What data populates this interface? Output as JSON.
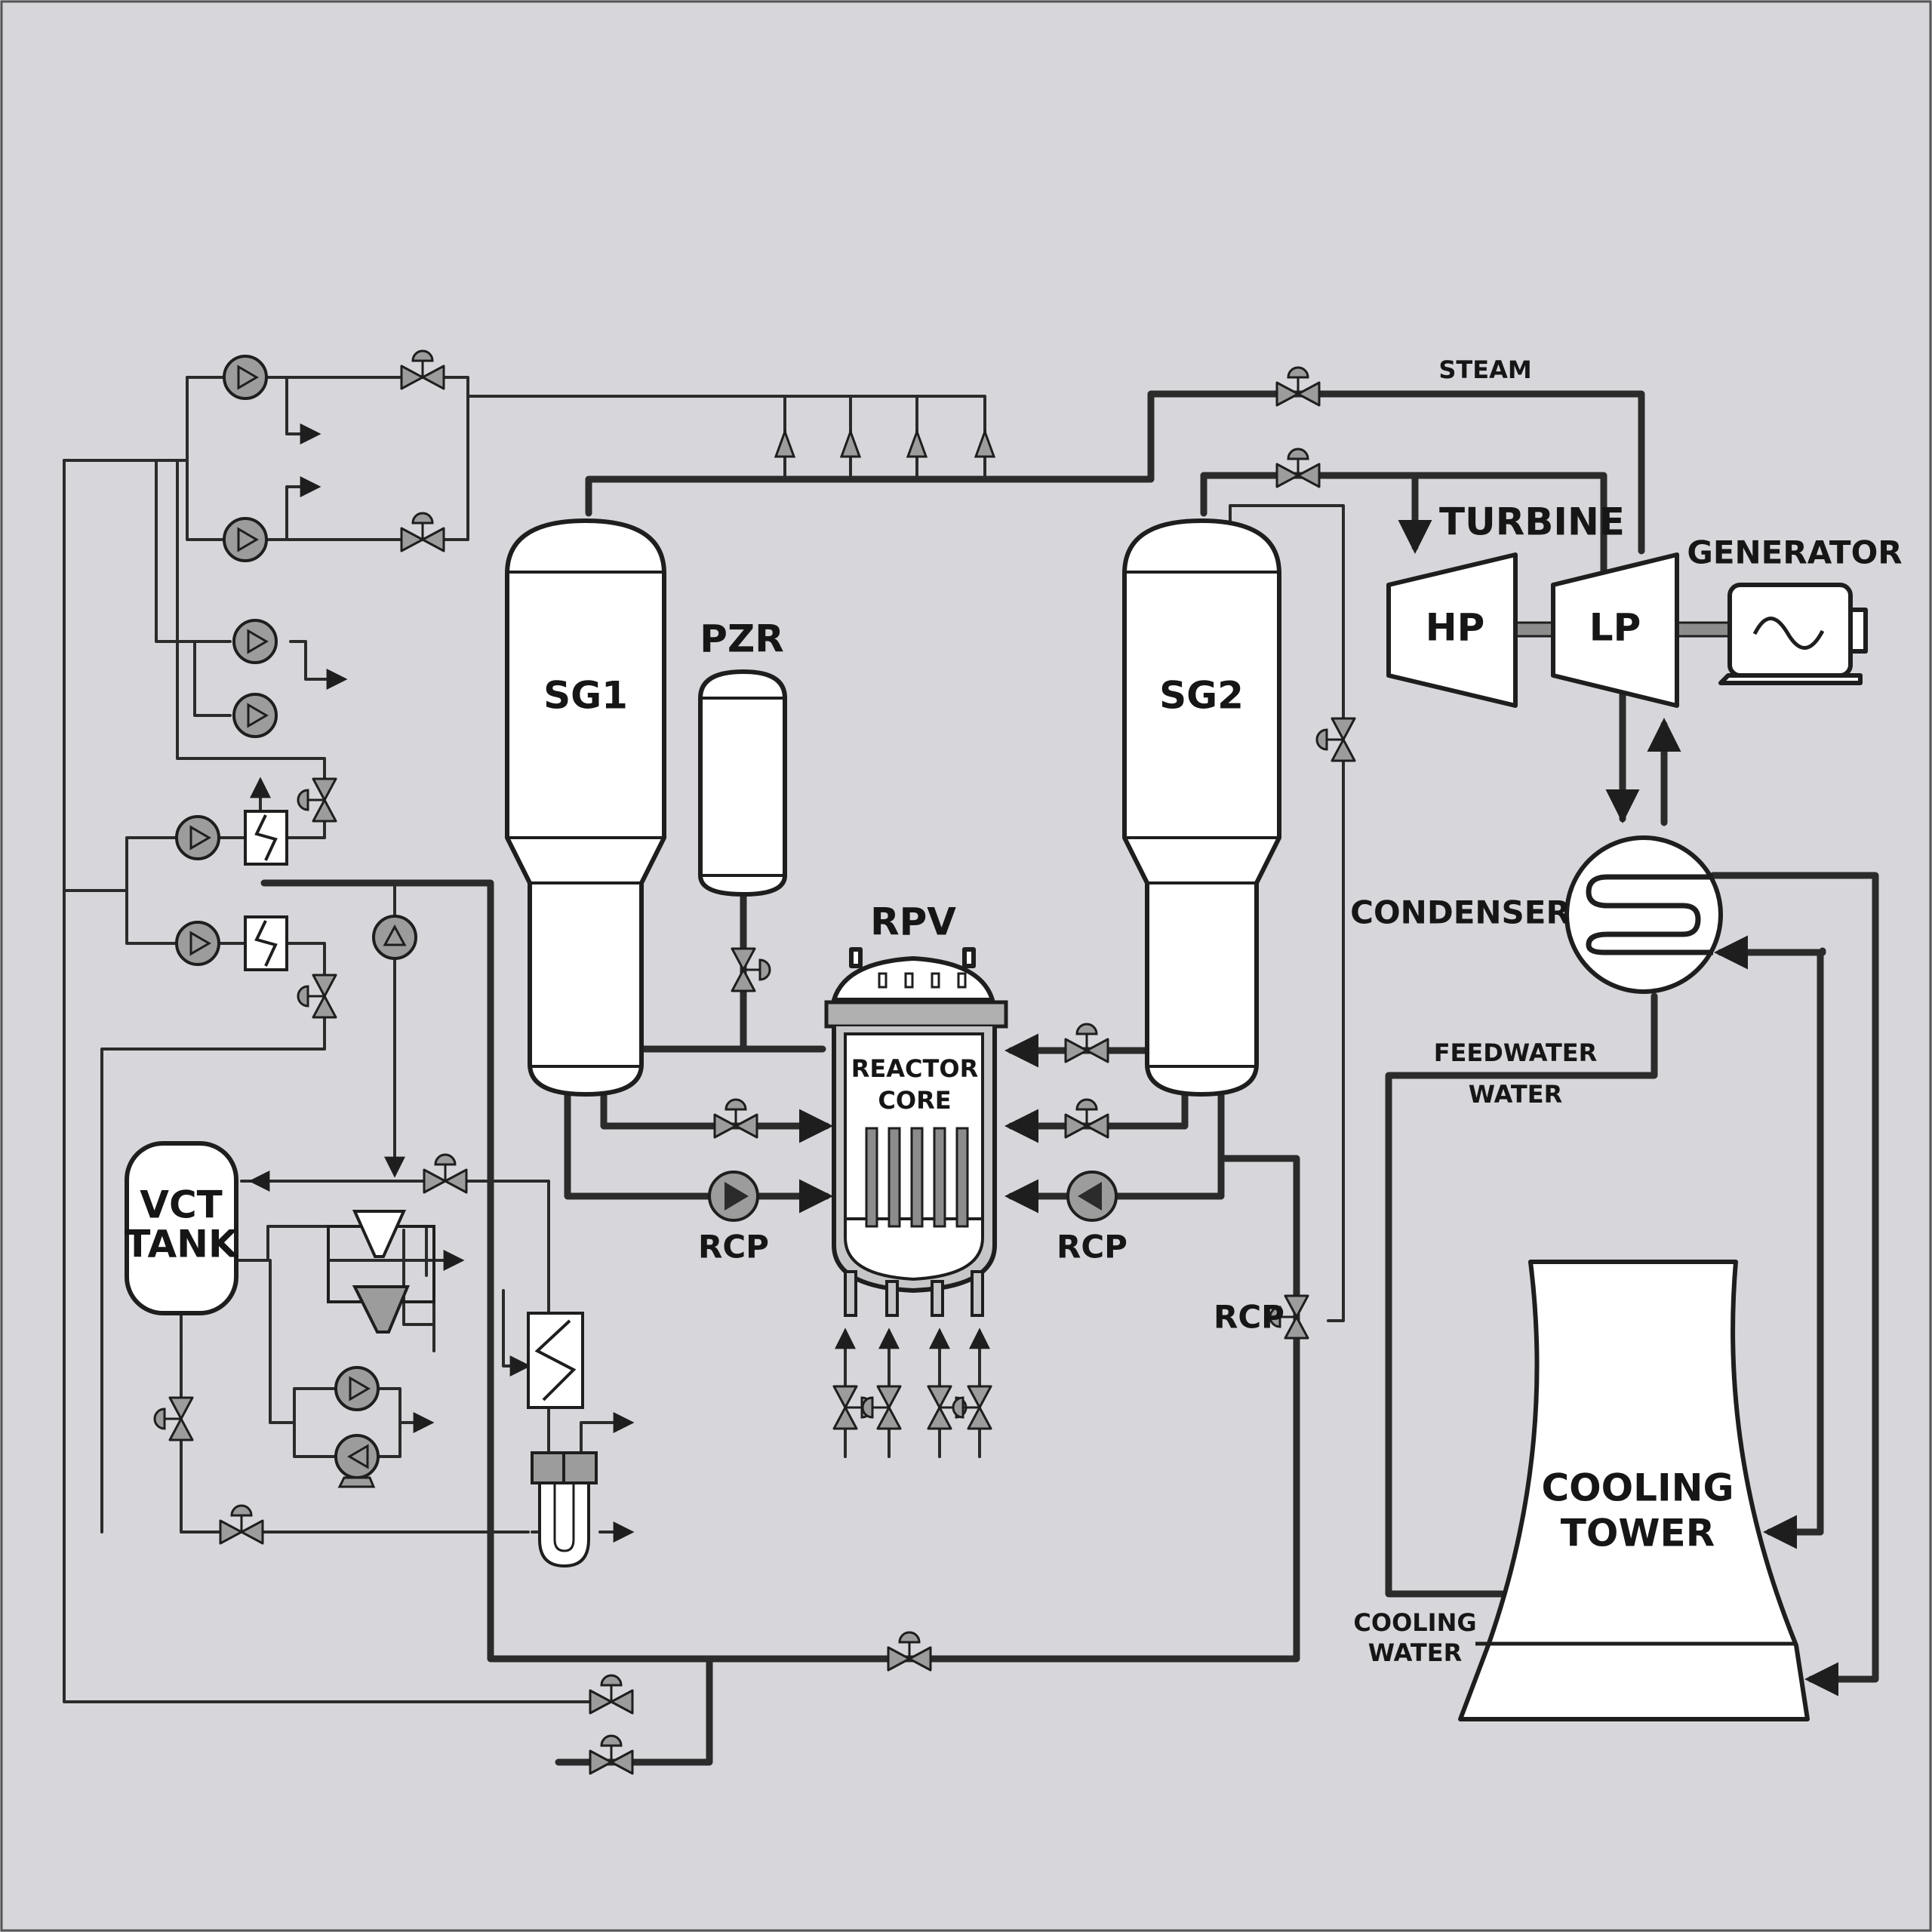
{
  "labels": {
    "sg1": "SG1",
    "sg2": "SG2",
    "pzr": "PZR",
    "rpv": "RPV",
    "reactor_core_line1": "REACTOR",
    "reactor_core_line2": "CORE",
    "rcp_left": "RCP",
    "rcp_right": "RCP",
    "rcp_valve": "RCP",
    "turbine": "TURBINE",
    "hp": "HP",
    "lp": "LP",
    "generator": "GENERATOR",
    "condenser": "CONDENSER",
    "steam": "STEAM",
    "feedwater": "FEEDWATER",
    "water": "WATER",
    "cooling_water_line1": "COOLING",
    "cooling_water_line2": "WATER",
    "cooling_tower_line1": "COOLING",
    "cooling_tower_line2": "TOWER",
    "vct_line1": "VCT",
    "vct_line2": "TANK"
  }
}
